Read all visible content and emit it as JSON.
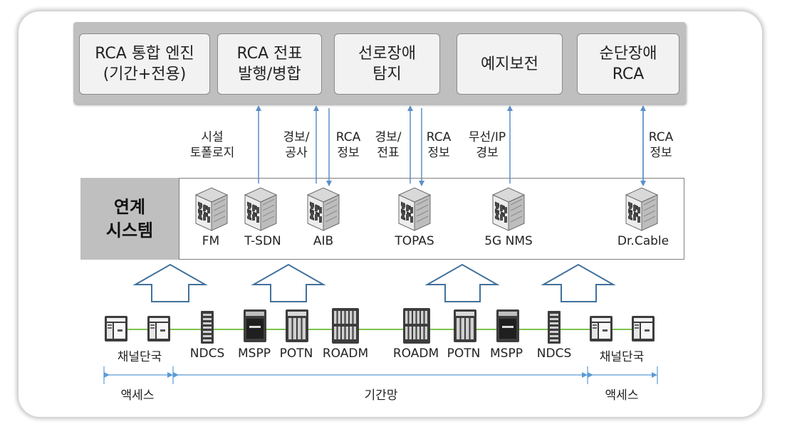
{
  "engines": [
    {
      "label": "RCA 통합 엔진\n(기간+전용)"
    },
    {
      "label": "RCA 전표\n발행/병합"
    },
    {
      "label": "선로장애\n탐지"
    },
    {
      "label": "예지보전"
    },
    {
      "label": "순단장애\nRCA"
    }
  ],
  "flow_labels": [
    {
      "text": "시설\n토폴로지"
    },
    {
      "text": "경보/\n공사"
    },
    {
      "text": "RCA\n정보"
    },
    {
      "text": "경보/\n전표"
    },
    {
      "text": "RCA\n정보"
    },
    {
      "text": "무선/IP\n경보"
    },
    {
      "text": "RCA\n정보"
    }
  ],
  "linked_system": {
    "title": "연계\n시스템",
    "nodes": [
      "FM",
      "T-SDN",
      "AIB",
      "TOPAS",
      "5G NMS",
      "Dr.Cable"
    ]
  },
  "network": {
    "labels": [
      "채널단국",
      "NDCS",
      "MSPP",
      "POTN",
      "ROADM",
      "ROADM",
      "POTN",
      "MSPP",
      "NDCS",
      "채널단국"
    ],
    "line_color": "#7cc24a"
  },
  "sections": [
    "액세스",
    "기간망",
    "액세스"
  ],
  "colors": {
    "arrow": "#5b8fc9",
    "dimension": "#5b9bd5"
  }
}
